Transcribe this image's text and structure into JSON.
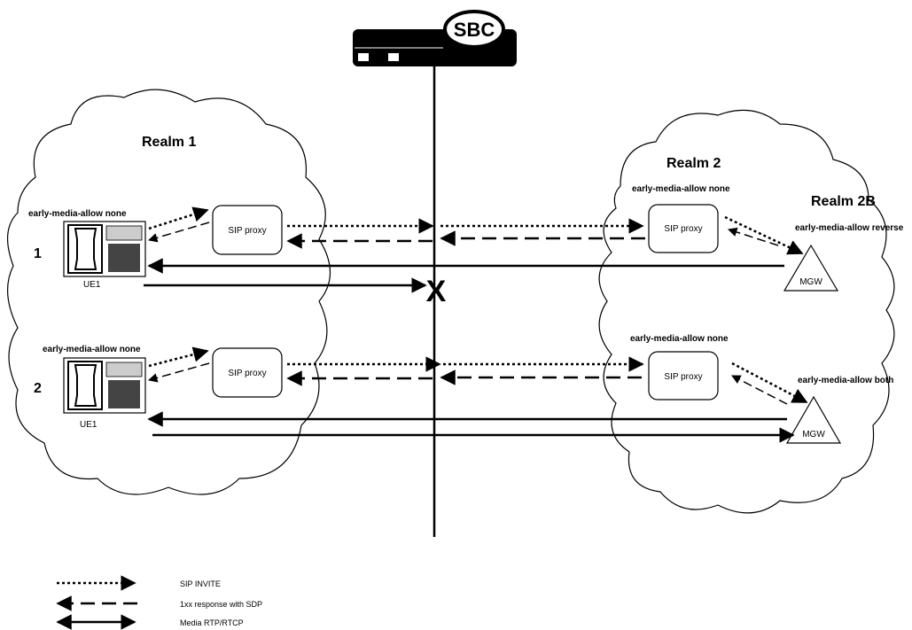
{
  "sbc": {
    "label": "SBC",
    "port_1": "■:",
    "port_2": "■:"
  },
  "realms": {
    "realm_1": "Realm 1",
    "realm_2": "Realm 2",
    "realm_2b": "Realm 2B"
  },
  "scenario_1": {
    "number": "1",
    "ue_label": "UE1",
    "ue_policy": "early-media-allow none",
    "proxy_left": "SIP proxy",
    "proxy_right_policy": "early-media-allow none",
    "proxy_right": "SIP proxy",
    "mgw_policy": "early-media-allow reverse",
    "mgw": "MGW",
    "blocked_marker": "X"
  },
  "scenario_2": {
    "number": "2",
    "ue_label": "UE1",
    "ue_policy": "early-media-allow none",
    "proxy_left": "SIP proxy",
    "proxy_right_policy": "early-media-allow none",
    "proxy_right": "SIP proxy",
    "mgw_policy": "early-media-allow both",
    "mgw": "MGW"
  },
  "legend": {
    "sip_invite": "SIP INVITE",
    "response": "1xx response with SDP",
    "media": "Media RTP/RTCP"
  }
}
